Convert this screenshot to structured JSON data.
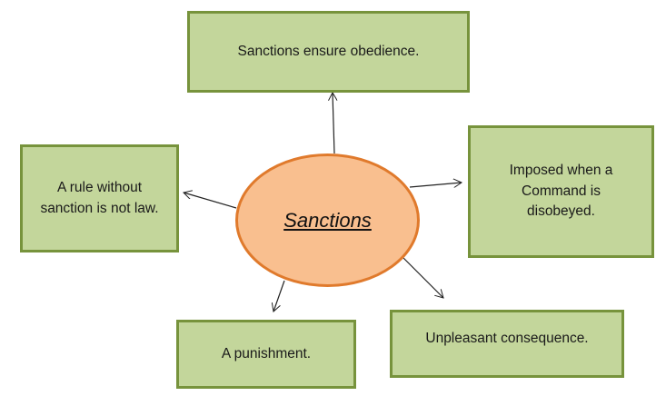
{
  "center": {
    "label": "Sanctions"
  },
  "nodes": {
    "top": "Sanctions ensure obedience.",
    "left": "A rule without sanction is not law.",
    "right": "Imposed when a Command is disobeyed.",
    "bottom_left": "A punishment.",
    "bottom_right": "Unpleasant consequence."
  },
  "colors": {
    "box_fill": "#c3d69b",
    "box_border": "#77933c",
    "ellipse_fill": "#f9bf8f",
    "ellipse_border": "#e07a2c"
  }
}
